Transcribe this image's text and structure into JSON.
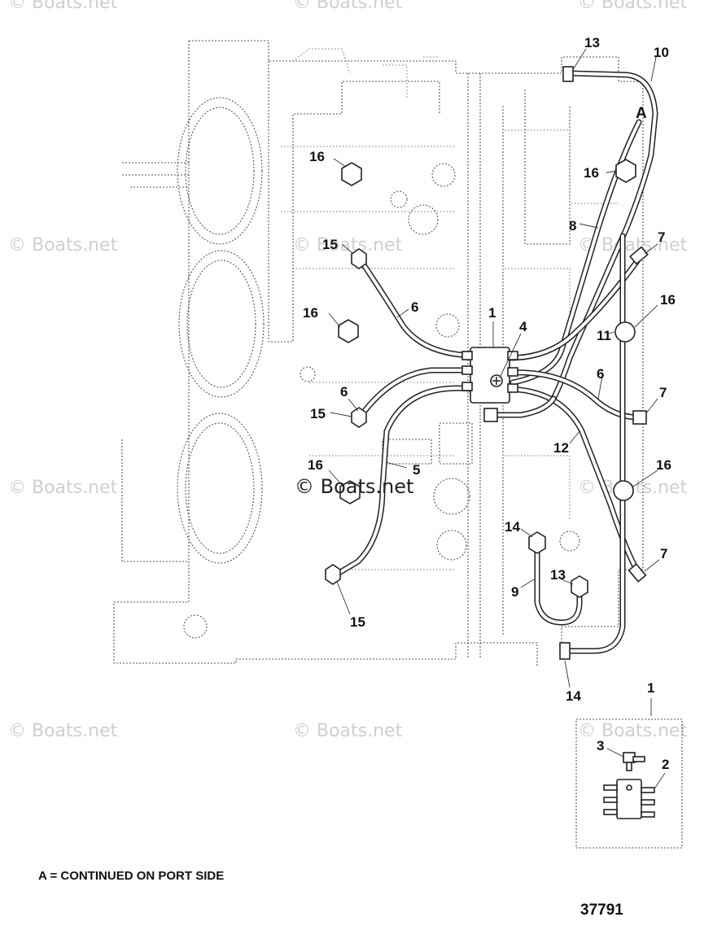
{
  "watermarks": {
    "corner": "© Boats.net",
    "center": "© Boats.net"
  },
  "callouts": {
    "c13_top": "13",
    "c10": "10",
    "cA": "A",
    "c16_a": "16",
    "c16_b": "16",
    "c8": "8",
    "c7_a": "7",
    "c15_a": "15",
    "c6_a": "6",
    "c1": "1",
    "c4": "4",
    "c16_c": "16",
    "c16_d": "16",
    "c11": "11",
    "c6_b": "6",
    "c6_c": "6",
    "c15_b": "15",
    "c7_b": "7",
    "c12": "12",
    "c16_e": "16",
    "c5": "5",
    "c16_f": "16",
    "c14_a": "14",
    "c7_c": "7",
    "c13_b": "13",
    "c9": "9",
    "c15_c": "15",
    "c14_b": "14",
    "c1_inset": "1",
    "c3": "3",
    "c2": "2"
  },
  "caption": "A = CONTINUED ON PORT SIDE",
  "figure_number": "37791"
}
